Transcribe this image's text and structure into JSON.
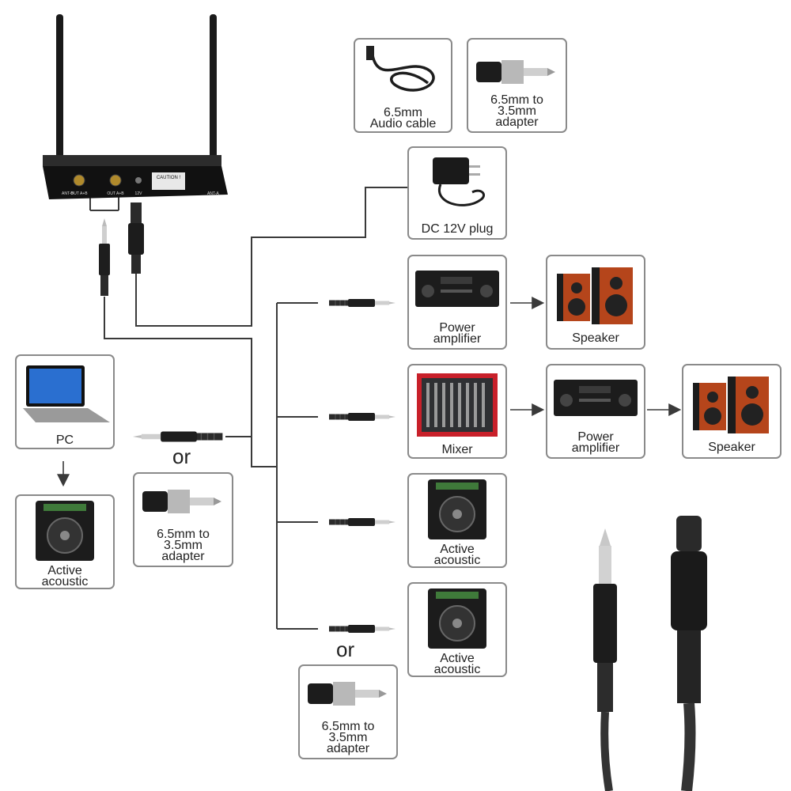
{
  "labels": {
    "audio_cable": [
      "6.5mm",
      "Audio cable"
    ],
    "adapter_top": [
      "6.5mm to",
      "3.5mm",
      "adapter"
    ],
    "dc_plug": [
      "DC 12V plug"
    ],
    "power_amp_1": [
      "Power",
      "amplifier"
    ],
    "speaker_1": [
      "Speaker"
    ],
    "mixer": [
      "Mixer"
    ],
    "power_amp_2": [
      "Power",
      "amplifier"
    ],
    "speaker_2": [
      "Speaker"
    ],
    "active_acoustic_1": [
      "Active",
      "acoustic"
    ],
    "active_acoustic_2": [
      "Active",
      "acoustic"
    ],
    "pc": [
      "PC"
    ],
    "active_acoustic_left": [
      "Active",
      "acoustic"
    ],
    "adapter_left": [
      "6.5mm to",
      "3.5mm",
      "adapter"
    ],
    "adapter_bottom": [
      "6.5mm to",
      "3.5mm",
      "adapter"
    ]
  },
  "or_text": "or",
  "receiver": {
    "caution": "CAUTION !",
    "port_labels": [
      "ANT-B",
      "OUT A+B",
      "OUT A+B",
      "12V",
      "ANT-A"
    ]
  },
  "colors": {
    "border": "#8a8a8a",
    "wire": "#3a3a3a",
    "device": "#1c1c1c",
    "speaker_wood": "#b5451b",
    "mixer_red": "#c8202a",
    "laptop_screen": "#2a6fd0"
  }
}
